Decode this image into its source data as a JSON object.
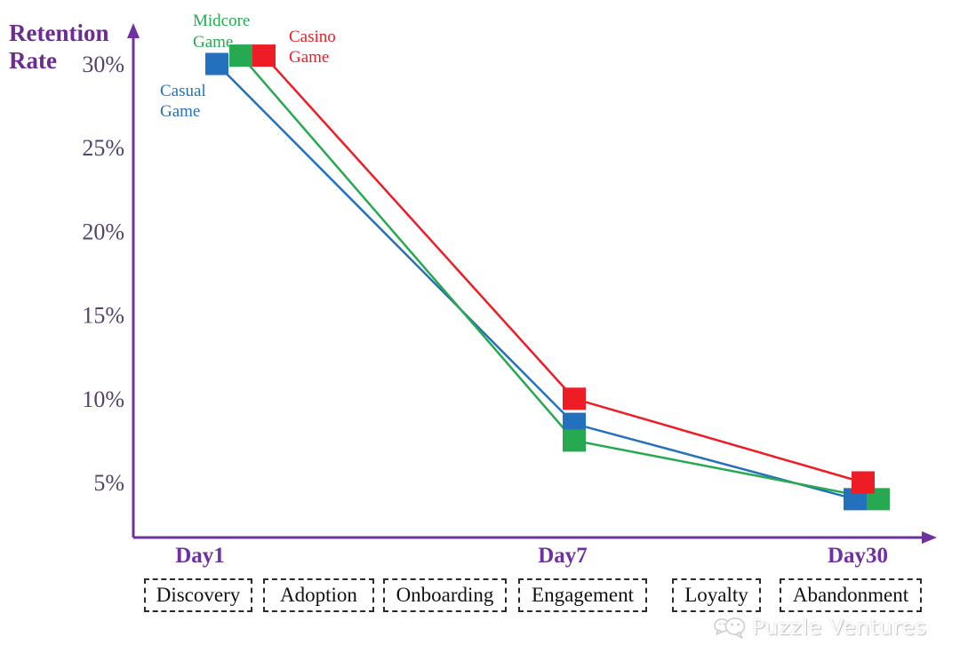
{
  "chart_data": {
    "type": "line",
    "title": "",
    "ylabel": "Retention Rate",
    "xlabel": "",
    "categories": [
      "Day1",
      "Day7",
      "Day30"
    ],
    "y_ticks": [
      {
        "value": 30,
        "label": "30%"
      },
      {
        "value": 25,
        "label": "25%"
      },
      {
        "value": 20,
        "label": "20%"
      },
      {
        "value": 15,
        "label": "15%"
      },
      {
        "value": 10,
        "label": "10%"
      },
      {
        "value": 5,
        "label": "5%"
      }
    ],
    "ylim": [
      2,
      32
    ],
    "grid": false,
    "marker": "square",
    "legend_position": "inline-labels-near-day1-points",
    "series": [
      {
        "name": "Casual Game",
        "color": "#2371bd",
        "values": [
          30,
          8.5,
          4
        ]
      },
      {
        "name": "Midcore Game",
        "color": "#27a952",
        "values": [
          30.5,
          7.5,
          4
        ]
      },
      {
        "name": "Casino Game",
        "color": "#ee1c25",
        "values": [
          30.5,
          10,
          5
        ]
      }
    ]
  },
  "stage_boxes": [
    {
      "label": "Discovery"
    },
    {
      "label": "Adoption"
    },
    {
      "label": "Onboarding"
    },
    {
      "label": "Engagement"
    },
    {
      "label": "Loyalty"
    },
    {
      "label": "Abandonment"
    }
  ],
  "watermark": {
    "text": "Puzzle Ventures",
    "icon": "speech-bubbles-icon"
  },
  "colors": {
    "axis_purple": "#7030a0",
    "title_purple": "#6b2d91",
    "tick_label": "#54446b",
    "stage_text": "#111111"
  }
}
